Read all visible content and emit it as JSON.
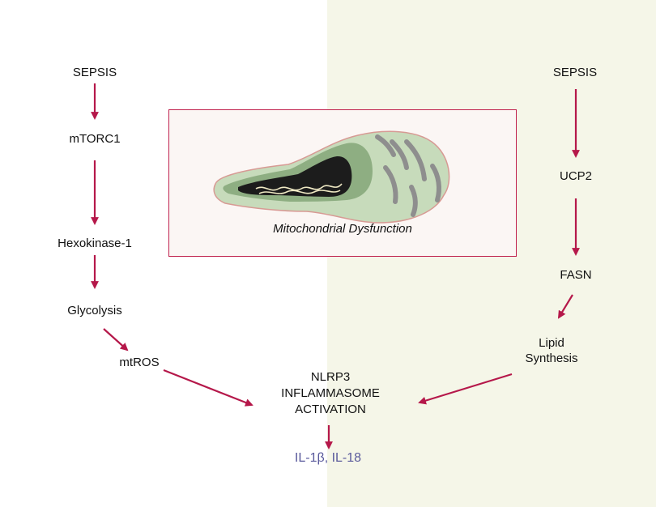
{
  "left_pathway": {
    "sepsis": "SEPSIS",
    "mtorc1": "mTORC1",
    "hexokinase": "Hexokinase-1",
    "glycolysis": "Glycolysis",
    "mtros": "mtROS"
  },
  "right_pathway": {
    "sepsis": "SEPSIS",
    "ucp2": "UCP2",
    "fasn": "FASN",
    "lipid_line1": "Lipid",
    "lipid_line2": "Synthesis"
  },
  "center": {
    "mito_caption": "Mitochondrial Dysfunction",
    "nlrp3_line1": "NLRP3",
    "nlrp3_line2": "INFLAMMASOME",
    "nlrp3_line3": "ACTIVATION",
    "il_output": "IL-1β, IL-18"
  },
  "colors": {
    "arrow": "#b5184a",
    "box_border": "#c0224e",
    "right_panel": "#f5f6e8",
    "il_text": "#5a5a9c"
  }
}
